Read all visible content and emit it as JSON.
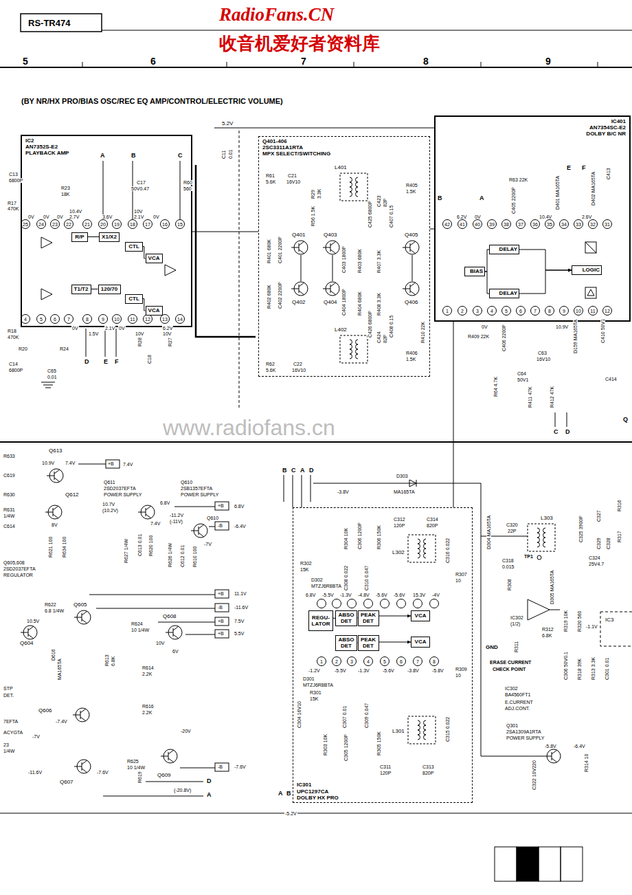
{
  "diagram": {
    "nodes": [
      {
        "text": [
          "IC2",
          "AN7352S-E2",
          "PLAYBACK AMP"
        ]
      },
      {
        "text": [
          "R/P"
        ],
        "in": 0
      },
      {
        "text": [
          "X1/X2"
        ],
        "in": 0
      },
      {
        "text": [
          "CTL"
        ],
        "in": 0
      },
      {
        "text": [
          "VCA"
        ],
        "in": 0
      },
      {
        "text": [
          "T1/T2"
        ],
        "in": 0
      },
      {
        "text": [
          "120/70"
        ],
        "in": 0
      },
      {
        "text": [
          "CTL"
        ],
        "in": 0
      },
      {
        "text": [
          "VCA"
        ],
        "in": 0
      },
      {
        "text": [
          "Q401-406",
          "2SC3311A1RTA",
          "MPX SELECT/SWITCHING"
        ]
      },
      {
        "text": [
          "IC401",
          "AN7354SC-E2",
          "DOLBY B/C NR"
        ]
      },
      {
        "text": [
          "DELAY"
        ],
        "in": 10
      },
      {
        "text": [
          "BIAS"
        ],
        "in": 10
      },
      {
        "text": [
          "DELAY"
        ],
        "in": 10
      },
      {
        "text": [
          "LOGIC"
        ],
        "in": 10
      },
      {
        "text": [
          "IC301",
          "UPC1297CA",
          "DOLBY HX PRO"
        ]
      },
      {
        "text": [
          "REGU- LATOR"
        ],
        "in": 15
      },
      {
        "text": [
          "ABSO DET"
        ],
        "in": 15
      },
      {
        "text": [
          "PEAK DET"
        ],
        "in": 15
      },
      {
        "text": [
          "VCA"
        ],
        "in": 15
      },
      {
        "text": [
          "ABSO DET"
        ],
        "in": 15
      },
      {
        "text": [
          "PEAK DET"
        ],
        "in": 15
      },
      {
        "text": [
          "VCA"
        ],
        "in": 15
      }
    ],
    "edges": [
      {
        "from": 0,
        "to": 9,
        "arrow": "none"
      },
      {
        "from": 9,
        "to": 10,
        "arrow": "none"
      },
      {
        "from": 10,
        "to": 15,
        "arrow": "none"
      },
      {
        "from": 1,
        "to": 2,
        "arrow": "none"
      },
      {
        "from": 3,
        "to": 4,
        "arrow": "none"
      },
      {
        "from": 5,
        "to": 6,
        "arrow": "none"
      },
      {
        "from": 7,
        "to": 8,
        "arrow": "none"
      },
      {
        "from": 12,
        "to": 11,
        "arrow": "none"
      },
      {
        "from": 12,
        "to": 13,
        "arrow": "none"
      },
      {
        "from": 11,
        "to": 14,
        "arrow": "to"
      },
      {
        "from": 13,
        "to": 14,
        "arrow": "to"
      },
      {
        "from": 16,
        "to": 17,
        "arrow": "none"
      },
      {
        "from": 17,
        "to": 18,
        "arrow": "none"
      },
      {
        "from": 18,
        "to": 19,
        "arrow": "to"
      },
      {
        "from": 20,
        "to": 21,
        "arrow": "none"
      },
      {
        "from": 21,
        "to": 22,
        "arrow": "to"
      }
    ],
    "labels": [
      "RS-TR474",
      "RadioFans.CN",
      "收音机爱好者资料库",
      "5",
      "6",
      "7",
      "8",
      "9",
      "(BY NR/HX PRO/BIAS OSC/REC EQ AMP/CONTROL/ELECTRIC VOLUME)",
      "www.radiofans.cn",
      "5.2V",
      "A",
      "B",
      "C",
      "C13",
      "6800P",
      "R17",
      "470K",
      "R23",
      "18K",
      "C17",
      "50V0.47",
      "R60",
      "560",
      "C11",
      "0.01",
      "10.4V",
      "2.7V",
      "3.6V",
      "10V",
      "2.1V",
      "0V",
      "0V",
      "0V",
      "0V",
      "25",
      "24",
      "23",
      "22",
      "21",
      "20",
      "19",
      "18",
      "17",
      "16",
      "15",
      "4",
      "5",
      "6",
      "7",
      "8",
      "9",
      "10",
      "11",
      "12",
      "13",
      "14",
      "0V",
      "1.5V",
      "2.1V",
      "0V",
      "10V",
      "6.2V",
      "10V",
      "R18",
      "470K",
      "R20",
      "R24",
      "C14",
      "6800P",
      "C65",
      "0.01",
      "D",
      "E",
      "F",
      "R28",
      "R27",
      "C18",
      "R61",
      "5.6K",
      "C21",
      "16V10",
      "R29",
      "3.3K",
      "L401",
      "C423",
      "82P",
      "R405",
      "1.5K",
      "Q401",
      "Q403",
      "Q405",
      "Q402",
      "Q404",
      "Q406",
      "R401 680K",
      "C401 2200P",
      "R402 680K",
      "C402 2200P",
      "C403 1800P",
      "R403 680K",
      "C404 1800P",
      "R404 680K",
      "C425 6800P",
      "C426 6800P",
      "R407 3.3K",
      "R408 3.3K",
      "C407 0.15",
      "C408 0.15",
      "R410 22K",
      "R56 1.5K",
      "L402",
      "C424",
      "82P",
      "R406",
      "1.5K",
      "R62",
      "5.6K",
      "C22",
      "16V10",
      "B",
      "A",
      "R63 22K",
      "C405 2200P",
      "D401 MA165TA",
      "D402 MA165TA",
      "E",
      "F",
      "C413",
      "6.2V",
      "0V",
      "10.4V",
      "2.6V",
      "42",
      "41",
      "40",
      "39",
      "38",
      "37",
      "36",
      "35",
      "34",
      "33",
      "32",
      "31",
      "1",
      "2",
      "3",
      "4",
      "5",
      "6",
      "7",
      "8",
      "9",
      "10",
      "11",
      "12",
      "R409 22K",
      "C406 2200P",
      "C63",
      "16V10",
      "C64",
      "50V1",
      "R64 4.7K",
      "R411 47K",
      "R412 47K",
      "D159 MA165TA",
      "C410 50V1",
      "C414",
      "C",
      "D",
      "Q",
      "0V",
      "10.9V",
      "R633",
      "Q613",
      "10.9V",
      "7.4V",
      "C619",
      "R630",
      "Q612",
      "R631",
      "1/4W",
      "8V",
      "C614",
      "R621 100",
      "R634 100",
      "+B",
      "7.4V",
      "Q611",
      "2SD2037EFTA",
      "POWER SUPPLY",
      "Q610",
      "2SB1357EFTA",
      "POWER SUPPLY",
      "10.7V",
      "(10.2V)",
      "6.8V",
      "+B",
      "6.8V",
      "-11.2V",
      "(-11V)",
      "Q610",
      "-B",
      "-6.4V",
      "7.4V",
      "-7V",
      "C613 0.01",
      "R620 100",
      "C612 0.01",
      "R610 100",
      "R627 1/4W",
      "R626 1/4W",
      "Q605,608",
      "2SD2037EFTA",
      "REGULATOR",
      "+B",
      "11.1V",
      "-B",
      "-11.6V",
      "+B",
      "7.5V",
      "+B",
      "5.5V",
      "R622",
      "6.8 1/4W",
      "Q605",
      "10.5V",
      "Q604",
      "R624",
      "10 1/4W",
      "Q608",
      "10V",
      "6V",
      "R613",
      "6.8K",
      "R614",
      "2.2K",
      "R616",
      "2.2K",
      "Q606",
      "R625",
      "10 1/4W",
      "Q609",
      "-20V",
      "(-20.8V)",
      "R619",
      "-7.4V",
      "-7V",
      "Q607",
      "-11.6V",
      "-7.6V",
      "STP",
      "DET.",
      "7EFTA",
      "ACYGTA",
      "23",
      "1/4W",
      "D616",
      "MA165TA",
      "-B",
      "-7.6V",
      "D",
      "A",
      "B",
      "C",
      "A",
      "D",
      "D303",
      "MA165TA",
      "-3.8V",
      "C312",
      "120P",
      "C314",
      "820P",
      "L302",
      "R307",
      "10",
      "R302",
      "15K",
      "D302",
      "MTZJ6R8BTA",
      "R304 10K",
      "C306 1200P",
      "R306 150K",
      "C316 0.022",
      "C308 0.022",
      "C310 0.047",
      "6.8V",
      "-5.5V",
      "-1.3V",
      "-4.8V",
      "-5.6V",
      "-5.6V",
      "15.3V",
      "-4V",
      "1",
      "2",
      "3",
      "4",
      "5",
      "6",
      "7",
      "8",
      "-1.2V",
      "-5.5V",
      "-1.3V",
      "-5.6V",
      "-3.8V",
      "-5.8V",
      "D301",
      "MTZJ6R8BTA",
      "R301",
      "15K",
      "R309",
      "10",
      "L301",
      "C311",
      "120P",
      "C313",
      "820P",
      "A",
      "B",
      "-5.2V",
      "C307 0.01",
      "C309 0.047",
      "R303 10K",
      "C305 1200P",
      "R305 150K",
      "C315 0.022",
      "C304 16V10",
      "D304 MA165TA",
      "C320",
      "22P",
      "L303",
      "C325 3900P",
      "C327",
      "C329",
      "C328",
      "C324",
      "25V4.7",
      "R316",
      "R317",
      "C318",
      "0.015",
      "TP1",
      "R308",
      "D305 MA165TA",
      "R319 10K",
      "R320 560",
      "R312",
      "6.8K",
      "R311",
      "IC302",
      "(1/2)",
      "GND",
      "ERASE CURRENT",
      "CHECK POINT",
      "C306 50V0.1",
      "R318 39K",
      "R313 3.3K",
      "C301 0.01",
      "-1.1V",
      "IC3",
      "IC302",
      "BA4560FT1",
      "E.CURRENT",
      "ADJ.CONT.",
      "Q301",
      "2SA1309A1RTA",
      "POWER SUPPLY",
      "-5.8V",
      "-6.4V",
      "C322 10V220",
      "R314 10"
    ]
  }
}
